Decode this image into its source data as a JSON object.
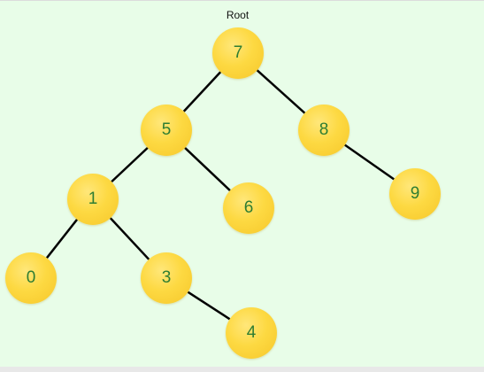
{
  "diagram": {
    "type": "binary-tree",
    "root_label": "Root",
    "colors": {
      "background": "#e8fde8",
      "node_fill": "#fdd942",
      "node_text": "#2e7d32",
      "edge": "#000000"
    },
    "nodes": [
      {
        "id": "n7",
        "value": "7"
      },
      {
        "id": "n5",
        "value": "5"
      },
      {
        "id": "n8",
        "value": "8"
      },
      {
        "id": "n1",
        "value": "1"
      },
      {
        "id": "n6",
        "value": "6"
      },
      {
        "id": "n9",
        "value": "9"
      },
      {
        "id": "n0",
        "value": "0"
      },
      {
        "id": "n3",
        "value": "3"
      },
      {
        "id": "n4",
        "value": "4"
      }
    ],
    "edges": [
      {
        "from": "n7",
        "to": "n5"
      },
      {
        "from": "n7",
        "to": "n8"
      },
      {
        "from": "n5",
        "to": "n1"
      },
      {
        "from": "n5",
        "to": "n6"
      },
      {
        "from": "n8",
        "to": "n9"
      },
      {
        "from": "n1",
        "to": "n0"
      },
      {
        "from": "n1",
        "to": "n3"
      },
      {
        "from": "n3",
        "to": "n4"
      }
    ]
  }
}
